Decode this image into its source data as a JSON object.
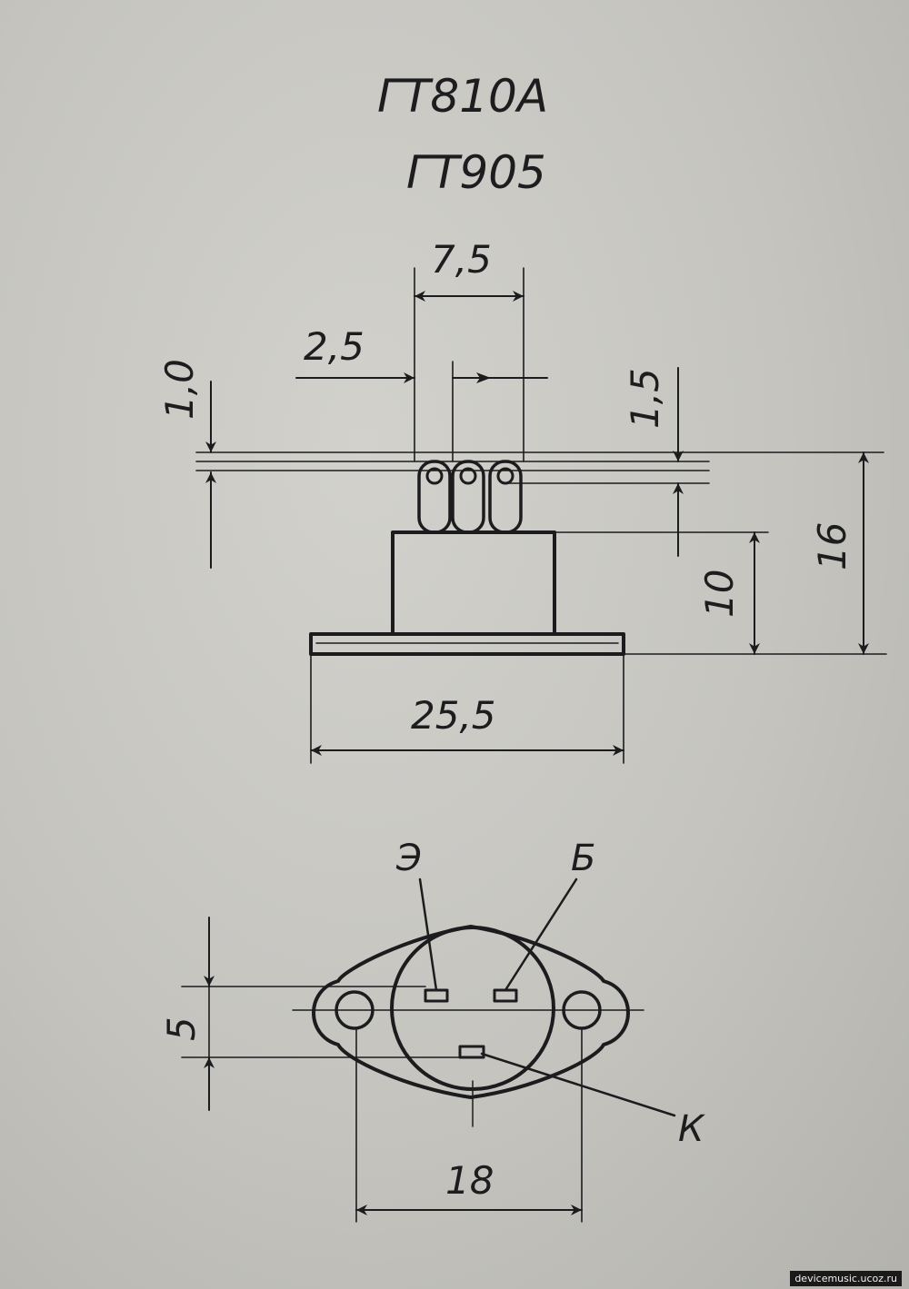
{
  "title": {
    "line1": "ГТ810А",
    "line2": "ГТ905"
  },
  "dimensions": {
    "pin_span": "7,5",
    "pin_pitch": "2,5",
    "lead_top": "1,0",
    "lead_hole": "1,5",
    "body_height": "10",
    "total_height": "16",
    "flange_width": "25,5",
    "flange_offset": "5",
    "hole_spacing": "18"
  },
  "pins": {
    "emitter": "Э",
    "base": "Б",
    "collector": "К"
  },
  "watermark": "devicemusic.ucoz.ru"
}
